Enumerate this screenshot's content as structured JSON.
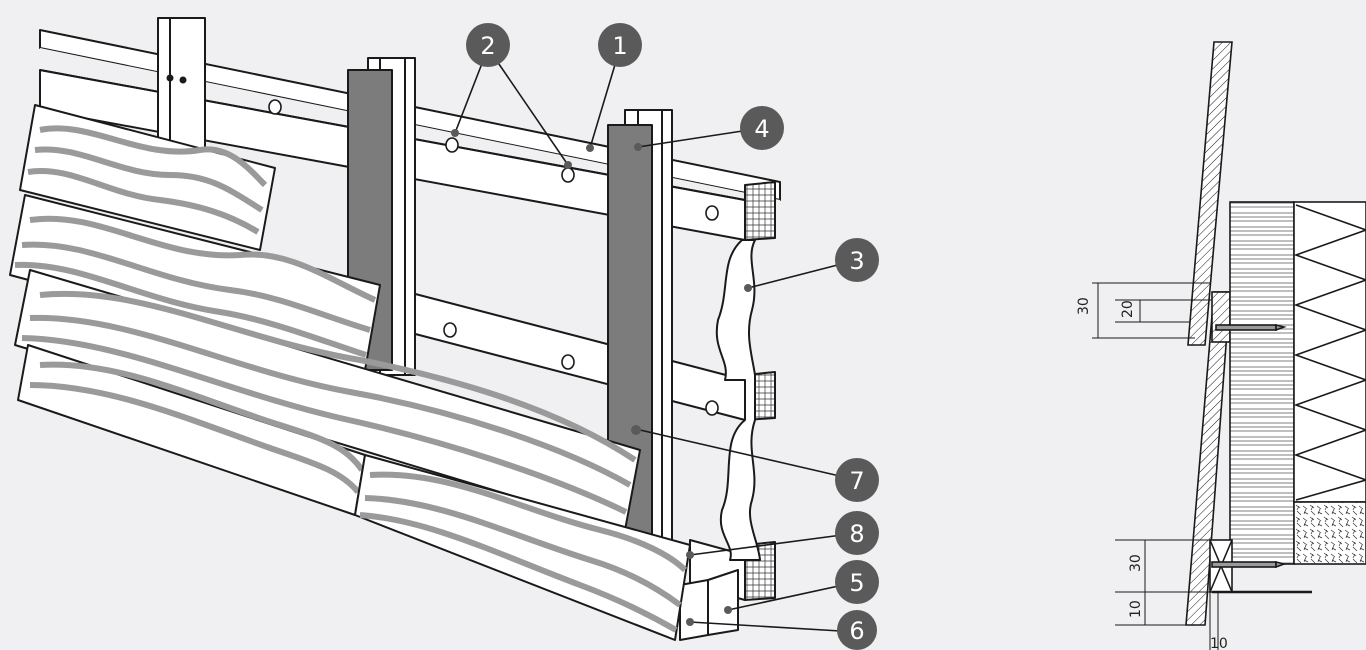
{
  "callouts": [
    {
      "id": "1",
      "label": "1"
    },
    {
      "id": "2",
      "label": "2"
    },
    {
      "id": "3",
      "label": "3"
    },
    {
      "id": "4",
      "label": "4"
    },
    {
      "id": "5",
      "label": "5"
    },
    {
      "id": "6",
      "label": "6"
    },
    {
      "id": "7",
      "label": "7"
    },
    {
      "id": "8",
      "label": "8"
    }
  ],
  "dimensions": {
    "upper_overlap": "30",
    "upper_inner": "20",
    "lower_batten": "30",
    "lower_gap": "10",
    "bottom_gap": "10"
  },
  "colors": {
    "background": "#f0f0f2",
    "callout_fill": "#5a5a5a",
    "strip_gray": "#7c7c7c",
    "wood_gray": "#9a9a9a",
    "line": "#1a1a1a"
  }
}
